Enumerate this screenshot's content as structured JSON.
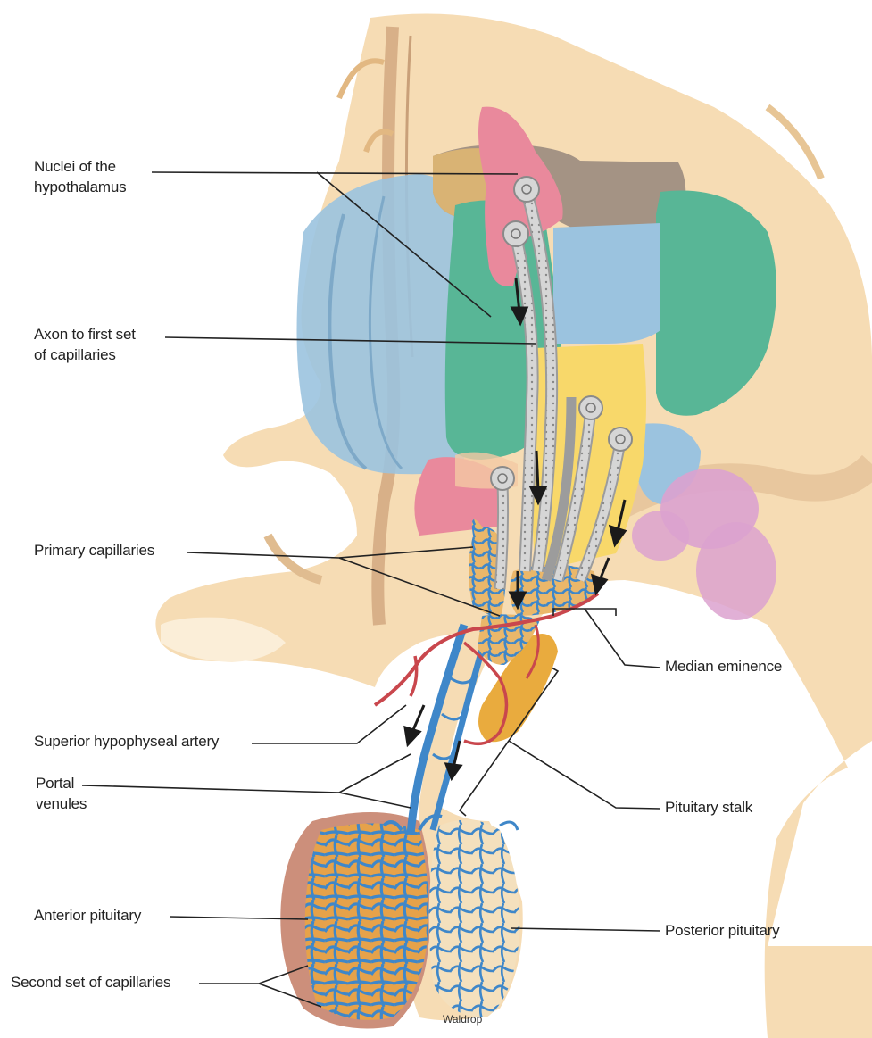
{
  "labels": {
    "nuclei_line1": "Nuclei of the",
    "nuclei_line2": "hypothalamus",
    "axon_line1": "Axon to first set",
    "axon_line2": "of capillaries",
    "primary_capillaries": "Primary capillaries",
    "superior_artery": "Superior hypophyseal artery",
    "portal_line1": "Portal",
    "portal_line2": "venules",
    "anterior_pituitary": "Anterior pituitary",
    "second_capillaries": "Second set of capillaries",
    "median_eminence": "Median eminence",
    "pituitary_stalk": "Pituitary stalk",
    "posterior_pituitary": "Posterior pituitary"
  },
  "signature": "Waldrop",
  "colors": {
    "brain_tissue": "#f6dcb4",
    "nucleus_pink": "#e9899c",
    "nucleus_green": "#58b696",
    "nucleus_blue": "#9bc3df",
    "nucleus_yellow": "#f8d86a",
    "nucleus_brown": "#a49384",
    "nucleus_purple": "#dca2cf",
    "capillary_blue": "#3f87c9",
    "artery_red": "#c9474d",
    "anterior_lobe": "#cc8f7b",
    "neuron_gray": "#c2c2c2"
  }
}
